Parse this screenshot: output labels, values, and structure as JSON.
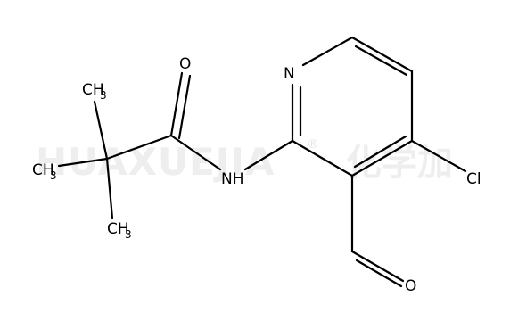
{
  "watermark": {
    "latin": "HUAXUEJIA",
    "registered": "®",
    "cjk": "化学加"
  },
  "atoms": {
    "o_amide": "O",
    "n_ring": "N",
    "nh": "NH",
    "cl": "Cl",
    "o_aldehyde": "O",
    "ch3_top": {
      "main": "CH",
      "sub": "3"
    },
    "ch3_left": {
      "main": "CH",
      "sub": "3"
    },
    "ch3_bottom": {
      "main": "CH",
      "sub": "3"
    }
  }
}
